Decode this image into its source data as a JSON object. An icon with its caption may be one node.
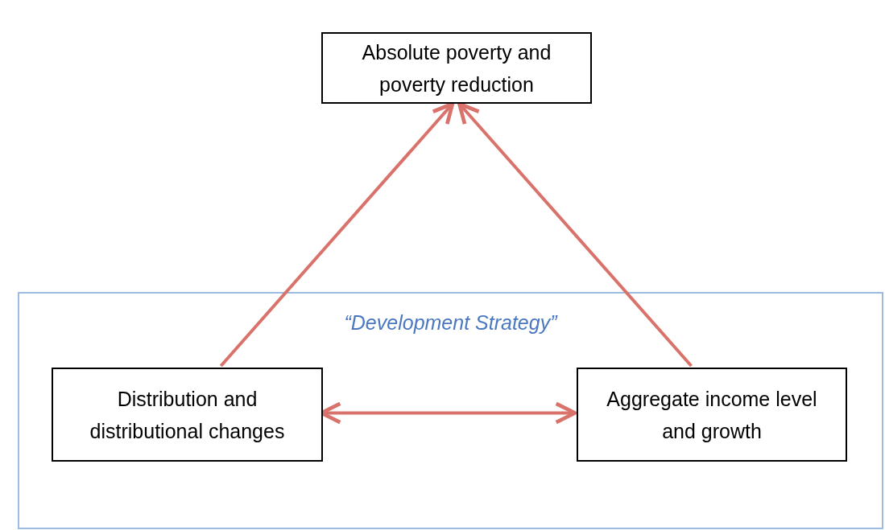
{
  "diagram": {
    "nodes": [
      {
        "text": [
          "Absolute poverty and poverty reduction"
        ]
      },
      {
        "text": [
          "“Development Strategy”"
        ]
      },
      {
        "text": [
          "Distribution and distributional changes"
        ],
        "in": 1
      },
      {
        "text": [
          "Aggregate income level and growth"
        ],
        "in": 1
      }
    ],
    "edges": [
      {
        "from": 2,
        "to": 0,
        "arrow": "to"
      },
      {
        "from": 3,
        "to": 0,
        "arrow": "to"
      },
      {
        "from": 2,
        "to": 3,
        "arrow": "both"
      }
    ]
  }
}
